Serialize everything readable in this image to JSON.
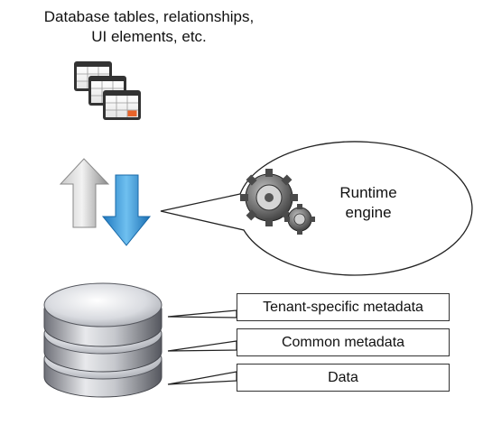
{
  "caption": {
    "line1": "Database tables, relationships,",
    "line2": "UI elements, etc."
  },
  "engine": {
    "line1": "Runtime",
    "line2": "engine"
  },
  "layers": [
    {
      "label": "Tenant-specific metadata"
    },
    {
      "label": "Common metadata"
    },
    {
      "label": "Data"
    }
  ],
  "icons": {
    "forms": "form-stack-icon",
    "arrows": "sync-arrows-icon",
    "gears": "gears-icon",
    "database": "database-icon"
  },
  "colors": {
    "up_arrow": "#9a9a9a",
    "down_arrow": "#2a8fd4",
    "highlight_cell": "#e8642a"
  }
}
